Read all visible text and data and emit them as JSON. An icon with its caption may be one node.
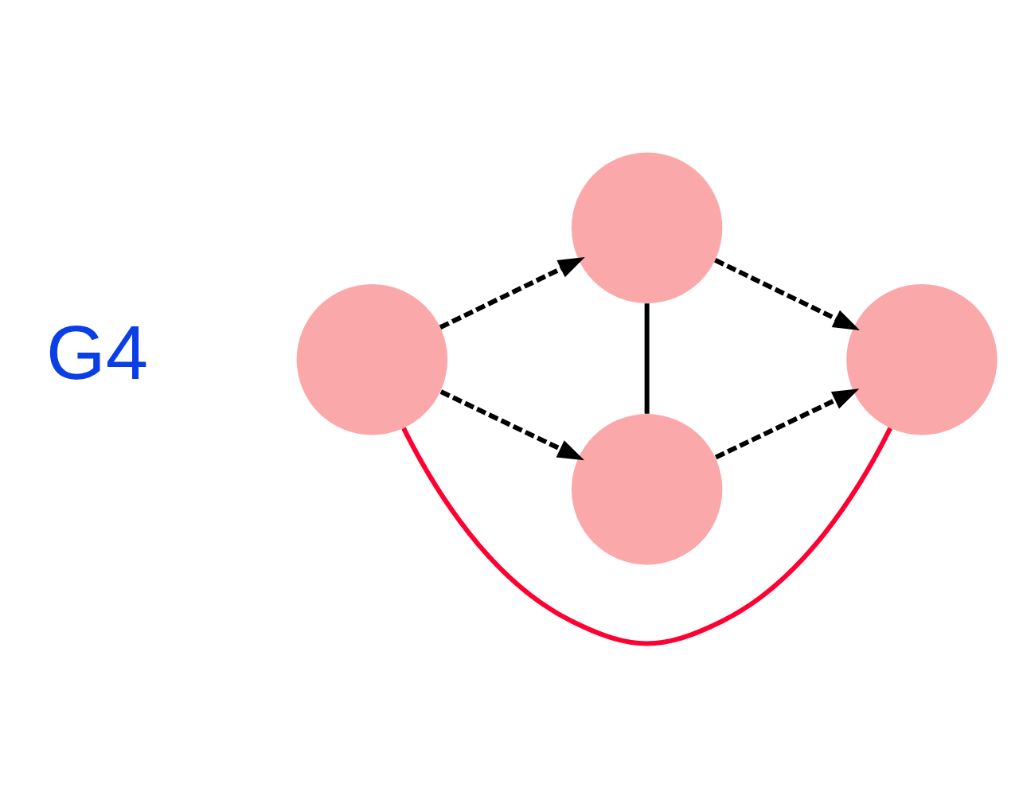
{
  "diagram": {
    "nodes": [
      {
        "text": [],
        "shape": "circle"
      },
      {
        "text": [],
        "shape": "circle"
      },
      {
        "text": [],
        "shape": "circle"
      },
      {
        "text": [],
        "shape": "circle"
      }
    ],
    "edges": [
      {
        "from": 0,
        "to": 1,
        "arrow": "to",
        "style": "dashed"
      },
      {
        "from": 1,
        "to": 2,
        "arrow": "to",
        "style": "dashed"
      },
      {
        "from": 1,
        "to": 3,
        "arrow": "none"
      },
      {
        "from": 0,
        "to": 2,
        "arrow": "none",
        "color": "#ff0033"
      },
      {
        "from": 0,
        "to": 3,
        "arrow": "to",
        "style": "dashed"
      },
      {
        "from": 3,
        "to": 2,
        "arrow": "to",
        "style": "dashed"
      }
    ],
    "labels": [
      "G4"
    ]
  }
}
